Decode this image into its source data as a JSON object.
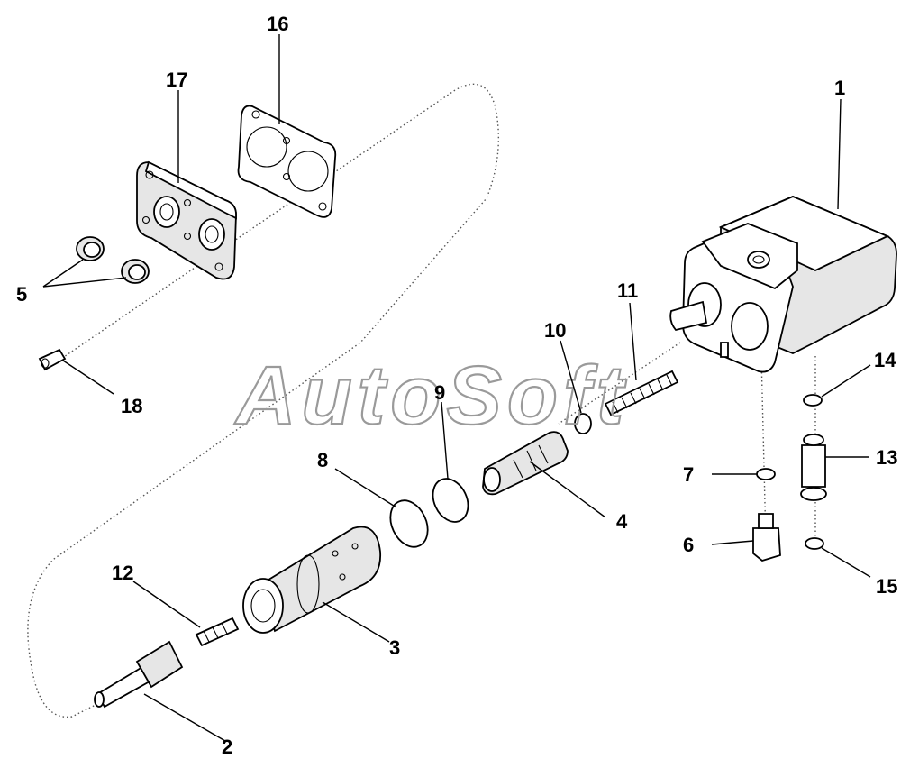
{
  "watermark": "AutoSoft",
  "callouts": {
    "c1": "1",
    "c2": "2",
    "c3": "3",
    "c4": "4",
    "c5": "5",
    "c6": "6",
    "c7": "7",
    "c8": "8",
    "c9": "9",
    "c10": "10",
    "c11": "11",
    "c12": "12",
    "c13": "13",
    "c14": "14",
    "c15": "15",
    "c16": "16",
    "c17": "17",
    "c18": "18"
  }
}
